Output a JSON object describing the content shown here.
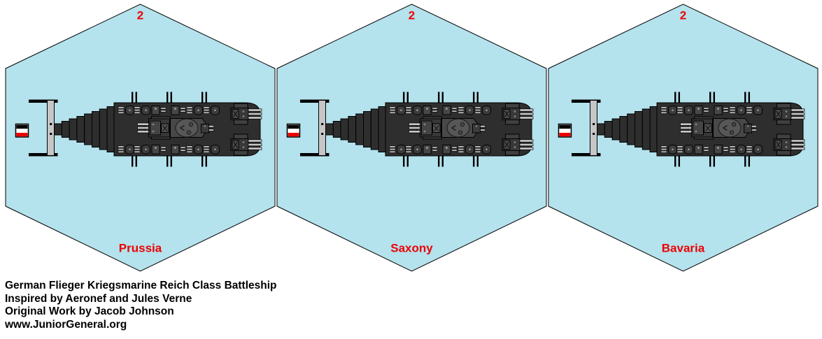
{
  "sheet": {
    "description_icon": "hex-counter-sheet",
    "tiles": [
      {
        "count": "2",
        "name": "Prussia"
      },
      {
        "count": "2",
        "name": "Saxony"
      },
      {
        "count": "2",
        "name": "Bavaria"
      }
    ]
  },
  "sprite_icons": {
    "unit": "flying-battleship-top-view",
    "flag": "german-empire-flag"
  },
  "footer": {
    "lines": [
      "German Flieger Kriegsmarine Reich Class Battleship",
      "Inspired by Aeronef and Jules Verne",
      "Original Work by Jacob Johnson",
      "www.JuniorGeneral.org"
    ]
  },
  "colors": {
    "background": "#ffffff",
    "hex_fill": "#b4e2ed",
    "hex_border": "#000000",
    "label_red": "#ee0000",
    "text_black": "#000000",
    "hull_dark": "#2e2e2e",
    "turret_gray": "#3c3c3c",
    "metal_light": "#c8c8c8",
    "strut_gray": "#c6c6c6",
    "flag_black": "#000000",
    "flag_white": "#ffffff",
    "flag_red": "#ee0000"
  }
}
